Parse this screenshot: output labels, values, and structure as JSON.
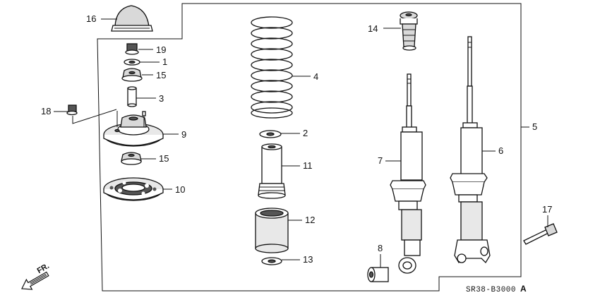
{
  "diagram": {
    "callouts": {
      "c1": "1",
      "c2": "2",
      "c3": "3",
      "c4": "4",
      "c5": "5",
      "c6": "6",
      "c7": "7",
      "c8": "8",
      "c9": "9",
      "c10": "10",
      "c11": "11",
      "c12": "12",
      "c13": "13",
      "c14": "14",
      "c15a": "15",
      "c15b": "15",
      "c16": "16",
      "c17": "17",
      "c18": "18",
      "c19": "19"
    },
    "diagram_code": "SR38-B3000",
    "revision_mark": "A",
    "direction_label": "FR."
  }
}
